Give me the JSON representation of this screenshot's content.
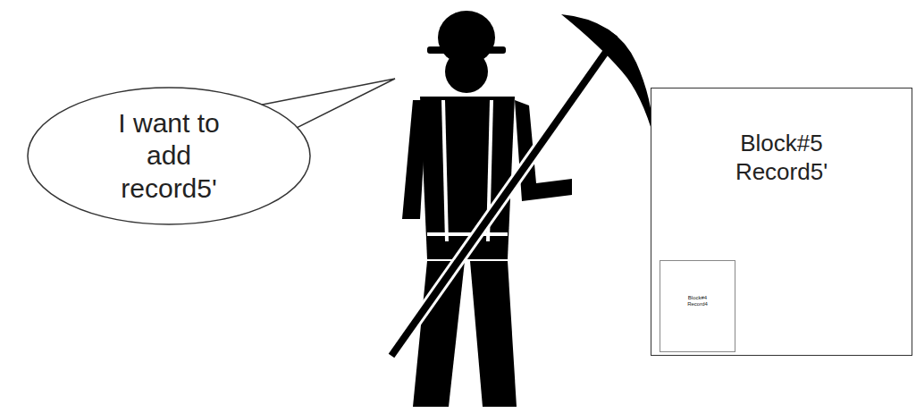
{
  "diagram": {
    "nodes": [
      {
        "text": [
          "I want to add record5'"
        ]
      },
      {
        "text": [
          "Block#5 Record5'"
        ]
      },
      {
        "text": [
          "Block#4 Record4"
        ],
        "in": 1
      }
    ]
  }
}
